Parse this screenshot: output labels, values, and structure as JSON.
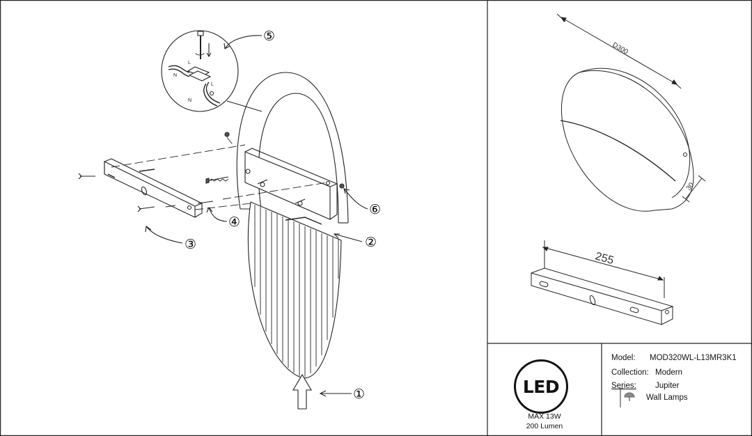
{
  "callouts": [
    "①",
    "②",
    "③",
    "④",
    "⑤",
    "⑥"
  ],
  "wiring_marks": {
    "l_upper": "L",
    "n_upper": "N",
    "l_lower": "L",
    "n_lower": "N"
  },
  "dimensions": {
    "diameter": "D300",
    "depth": "30",
    "bracket_length": "255"
  },
  "led": {
    "logo": "LED",
    "power": "MAX 13W",
    "lumen": "200 Lumen"
  },
  "specs": {
    "model_label": "Model:",
    "model_value": "MOD320WL-L13MR3K1",
    "collection_label": "Collection:",
    "collection_value": "Modern",
    "series_label": "Series:",
    "series_value": "Jupiter",
    "type_value": "Wall Lamps",
    "type_icon": "wall-lamp-icon"
  }
}
